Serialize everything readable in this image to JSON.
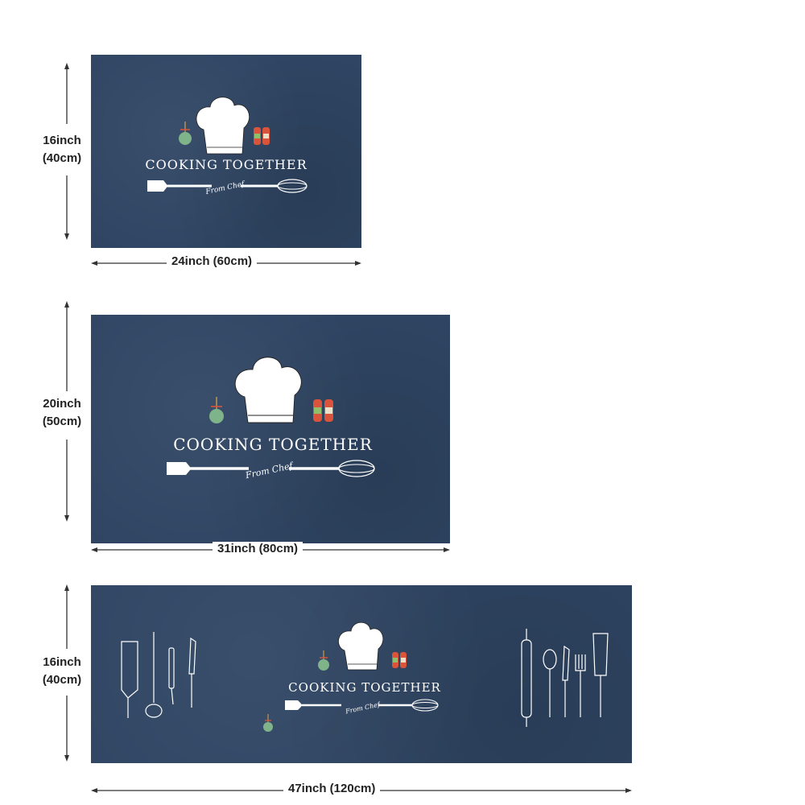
{
  "mats": [
    {
      "title": "COOKING TOGETHER",
      "script": "From Chef",
      "height_label_line1": "16inch",
      "height_label_line2": "(40cm)",
      "width_label": "24inch (60cm)"
    },
    {
      "title": "COOKING TOGETHER",
      "script": "From Chef",
      "height_label_line1": "20inch",
      "height_label_line2": "(50cm)",
      "width_label": "31inch (80cm)"
    },
    {
      "title": "COOKING TOGETHER",
      "script": "From Chef",
      "height_label_line1": "16inch",
      "height_label_line2": "(40cm)",
      "width_label": "47inch (120cm)"
    }
  ],
  "colors": {
    "mat_blue": "#2f4563",
    "white": "#ffffff",
    "pepper_red": "#d9543b",
    "pepper_green": "#8fbf6a",
    "pot_green": "#7fb48a"
  }
}
